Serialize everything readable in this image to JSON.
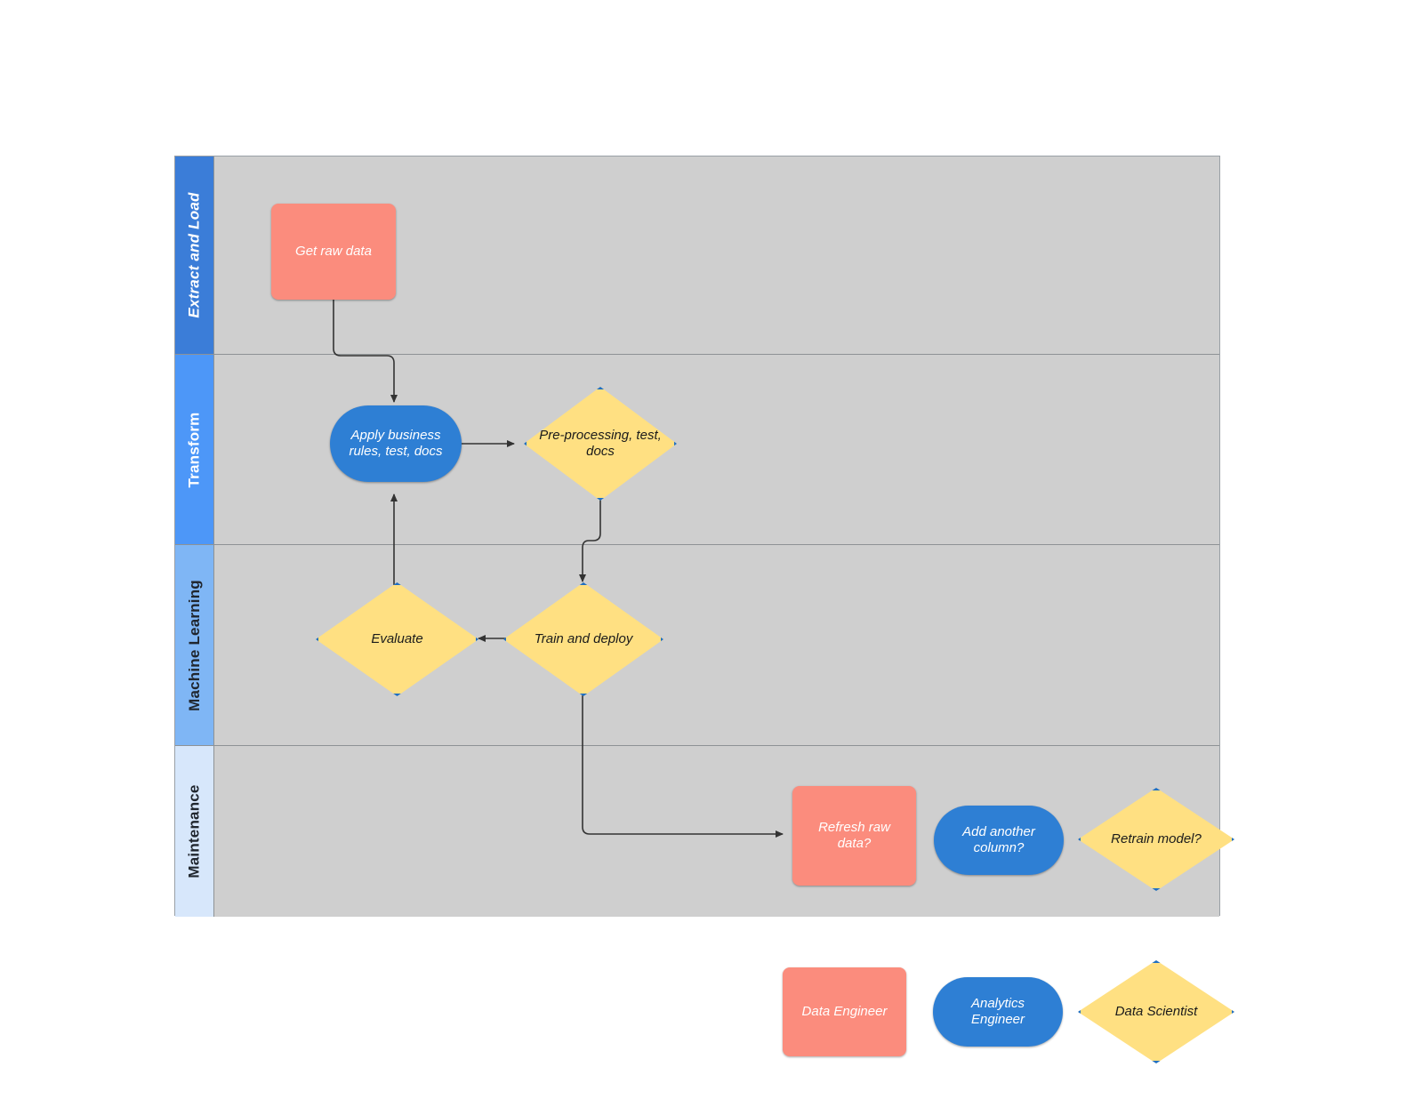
{
  "diagram": {
    "type": "swimlane-flowchart",
    "title": "",
    "colors": {
      "lane_extract": "#3b7dd8",
      "lane_transform": "#4d97f8",
      "lane_ml": "#7fb6f5",
      "lane_maintenance": "#d7e7fb",
      "pool_background": "#cfcfcf",
      "data_engineer": "#fb8c7d",
      "analytics_engineer": "#2e7fd4",
      "data_scientist": "#ffe082",
      "diamond_border": "#1f6fc4",
      "connector": "#333333"
    }
  },
  "lanes": [
    {
      "id": "extract",
      "label": "Extract and Load",
      "role_color": "#3b7dd8"
    },
    {
      "id": "transform",
      "label": "Transform",
      "role_color": "#4d97f8"
    },
    {
      "id": "ml",
      "label": "Machine Learning",
      "role_color": "#7fb6f5"
    },
    {
      "id": "maintenance",
      "label": "Maintenance",
      "role_color": "#d7e7fb"
    }
  ],
  "nodes": [
    {
      "id": "get-raw-data",
      "label": "Get raw data",
      "shape": "rect",
      "lane": "extract",
      "role": "Data Engineer"
    },
    {
      "id": "apply-rules",
      "label": "Apply business rules, test, docs",
      "shape": "pill",
      "lane": "transform",
      "role": "Analytics Engineer"
    },
    {
      "id": "pre-processing",
      "label": "Pre-processing, test, docs",
      "shape": "diamond",
      "lane": "transform",
      "role": "Data Scientist"
    },
    {
      "id": "evaluate",
      "label": "Evaluate",
      "shape": "diamond",
      "lane": "ml",
      "role": "Data Scientist"
    },
    {
      "id": "train-and-deploy",
      "label": "Train and deploy",
      "shape": "diamond",
      "lane": "ml",
      "role": "Data Scientist"
    },
    {
      "id": "refresh-raw-data",
      "label": "Refresh raw data?",
      "shape": "rect",
      "lane": "maintenance",
      "role": "Data Engineer"
    },
    {
      "id": "add-another-column",
      "label": "Add another column?",
      "shape": "pill",
      "lane": "maintenance",
      "role": "Analytics Engineer"
    },
    {
      "id": "retrain-model",
      "label": "Retrain model?",
      "shape": "diamond",
      "lane": "maintenance",
      "role": "Data Scientist"
    }
  ],
  "edges": [
    {
      "from": "get-raw-data",
      "to": "apply-rules",
      "label": ""
    },
    {
      "from": "apply-rules",
      "to": "pre-processing",
      "label": ""
    },
    {
      "from": "pre-processing",
      "to": "train-and-deploy",
      "label": ""
    },
    {
      "from": "train-and-deploy",
      "to": "evaluate",
      "label": ""
    },
    {
      "from": "evaluate",
      "to": "apply-rules",
      "label": ""
    },
    {
      "from": "train-and-deploy",
      "to": "refresh-raw-data",
      "label": ""
    }
  ],
  "legend": {
    "title": "",
    "items": [
      {
        "id": "legend-data-engineer",
        "label": "Data Engineer",
        "shape": "rect",
        "color": "#fb8c7d"
      },
      {
        "id": "legend-analytics-engineer",
        "label": "Analytics Engineer",
        "shape": "pill",
        "color": "#2e7fd4"
      },
      {
        "id": "legend-data-scientist",
        "label": "Data Scientist",
        "shape": "diamond",
        "color": "#ffe082"
      }
    ]
  }
}
